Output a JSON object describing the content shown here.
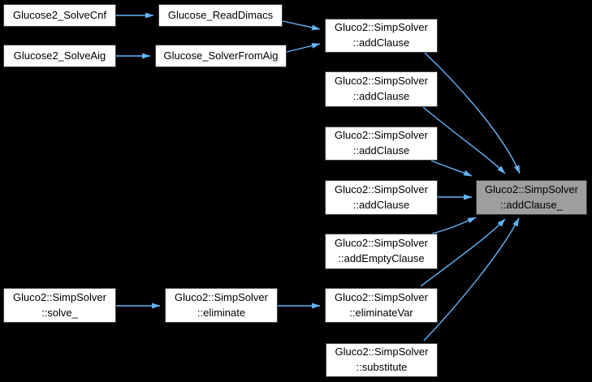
{
  "graph": {
    "type": "call-graph",
    "background_color": "#000000",
    "edge_color": "#63b4f7",
    "node_fill": "#ffffff",
    "node_border_color": "#404040",
    "highlight_fill": "#9e9e9e",
    "nodes": [
      {
        "label": "Glucose2_SolveCnf"
      },
      {
        "label": "Glucose2_SolveAig"
      },
      {
        "label": "Glucose_ReadDimacs"
      },
      {
        "label": "Glucose_SolverFromAig"
      },
      {
        "label": "Gluco2::SimpSolver\n::addClause"
      },
      {
        "label": "Gluco2::SimpSolver\n::addClause"
      },
      {
        "label": "Gluco2::SimpSolver\n::addClause"
      },
      {
        "label": "Gluco2::SimpSolver\n::addClause"
      },
      {
        "label": "Gluco2::SimpSolver\n::addEmptyClause"
      },
      {
        "label": "Gluco2::SimpSolver\n::eliminateVar"
      },
      {
        "label": "Gluco2::SimpSolver\n::substitute"
      },
      {
        "label": "Gluco2::SimpSolver\n::addClause_",
        "highlighted": true
      },
      {
        "label": "Gluco2::SimpSolver\n::solve_"
      },
      {
        "label": "Gluco2::SimpSolver\n::eliminate"
      }
    ],
    "edges": [
      {
        "from": 0,
        "to": 2
      },
      {
        "from": 1,
        "to": 3
      },
      {
        "from": 2,
        "to": 4
      },
      {
        "from": 3,
        "to": 4
      },
      {
        "from": 4,
        "to": 11
      },
      {
        "from": 5,
        "to": 11
      },
      {
        "from": 6,
        "to": 11
      },
      {
        "from": 7,
        "to": 11
      },
      {
        "from": 8,
        "to": 11
      },
      {
        "from": 9,
        "to": 11
      },
      {
        "from": 10,
        "to": 11
      },
      {
        "from": 12,
        "to": 13
      },
      {
        "from": 13,
        "to": 9
      }
    ]
  }
}
